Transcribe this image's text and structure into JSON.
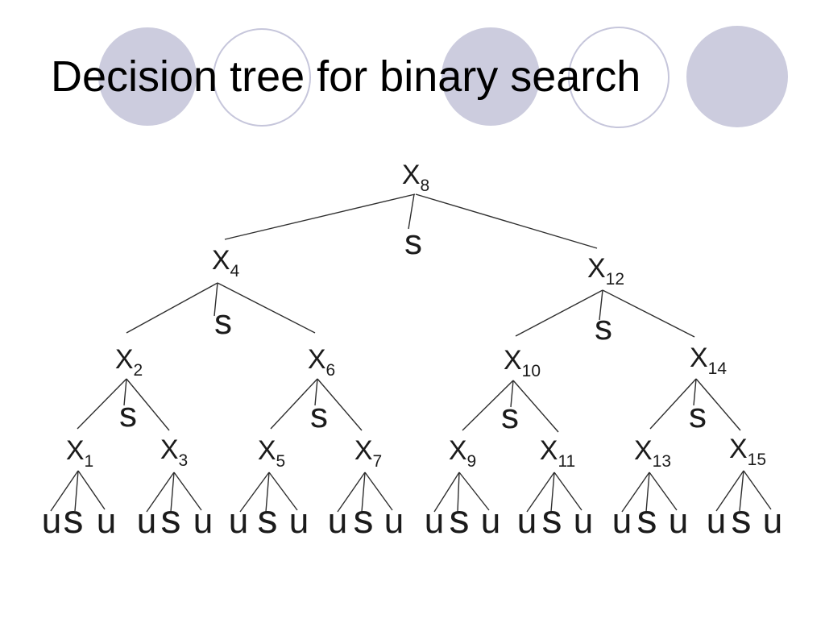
{
  "slide": {
    "title": "Decision tree for binary search",
    "background_color": "#ffffff",
    "title_color": "#000000"
  },
  "decorations": {
    "filled_circle_color": "#ccccde",
    "outlined_circle_color": "#c6c6db",
    "circles": [
      {
        "style": "filled"
      },
      {
        "style": "outlined"
      },
      {
        "style": "filled"
      },
      {
        "style": "outlined"
      },
      {
        "style": "filled"
      }
    ]
  },
  "tree": {
    "node_symbol": "X",
    "split_edge_label": "s",
    "leaf_labels": [
      "u",
      "s",
      "u"
    ],
    "line_color": "#2e2e2e",
    "subscripts": {
      "n8": "8",
      "n4": "4",
      "n12": "12",
      "n2": "2",
      "n6": "6",
      "n10": "10",
      "n14": "14",
      "n1": "1",
      "n3": "3",
      "n5": "5",
      "n7": "7",
      "n9": "9",
      "n11": "11",
      "n13": "13",
      "n15": "15"
    }
  }
}
